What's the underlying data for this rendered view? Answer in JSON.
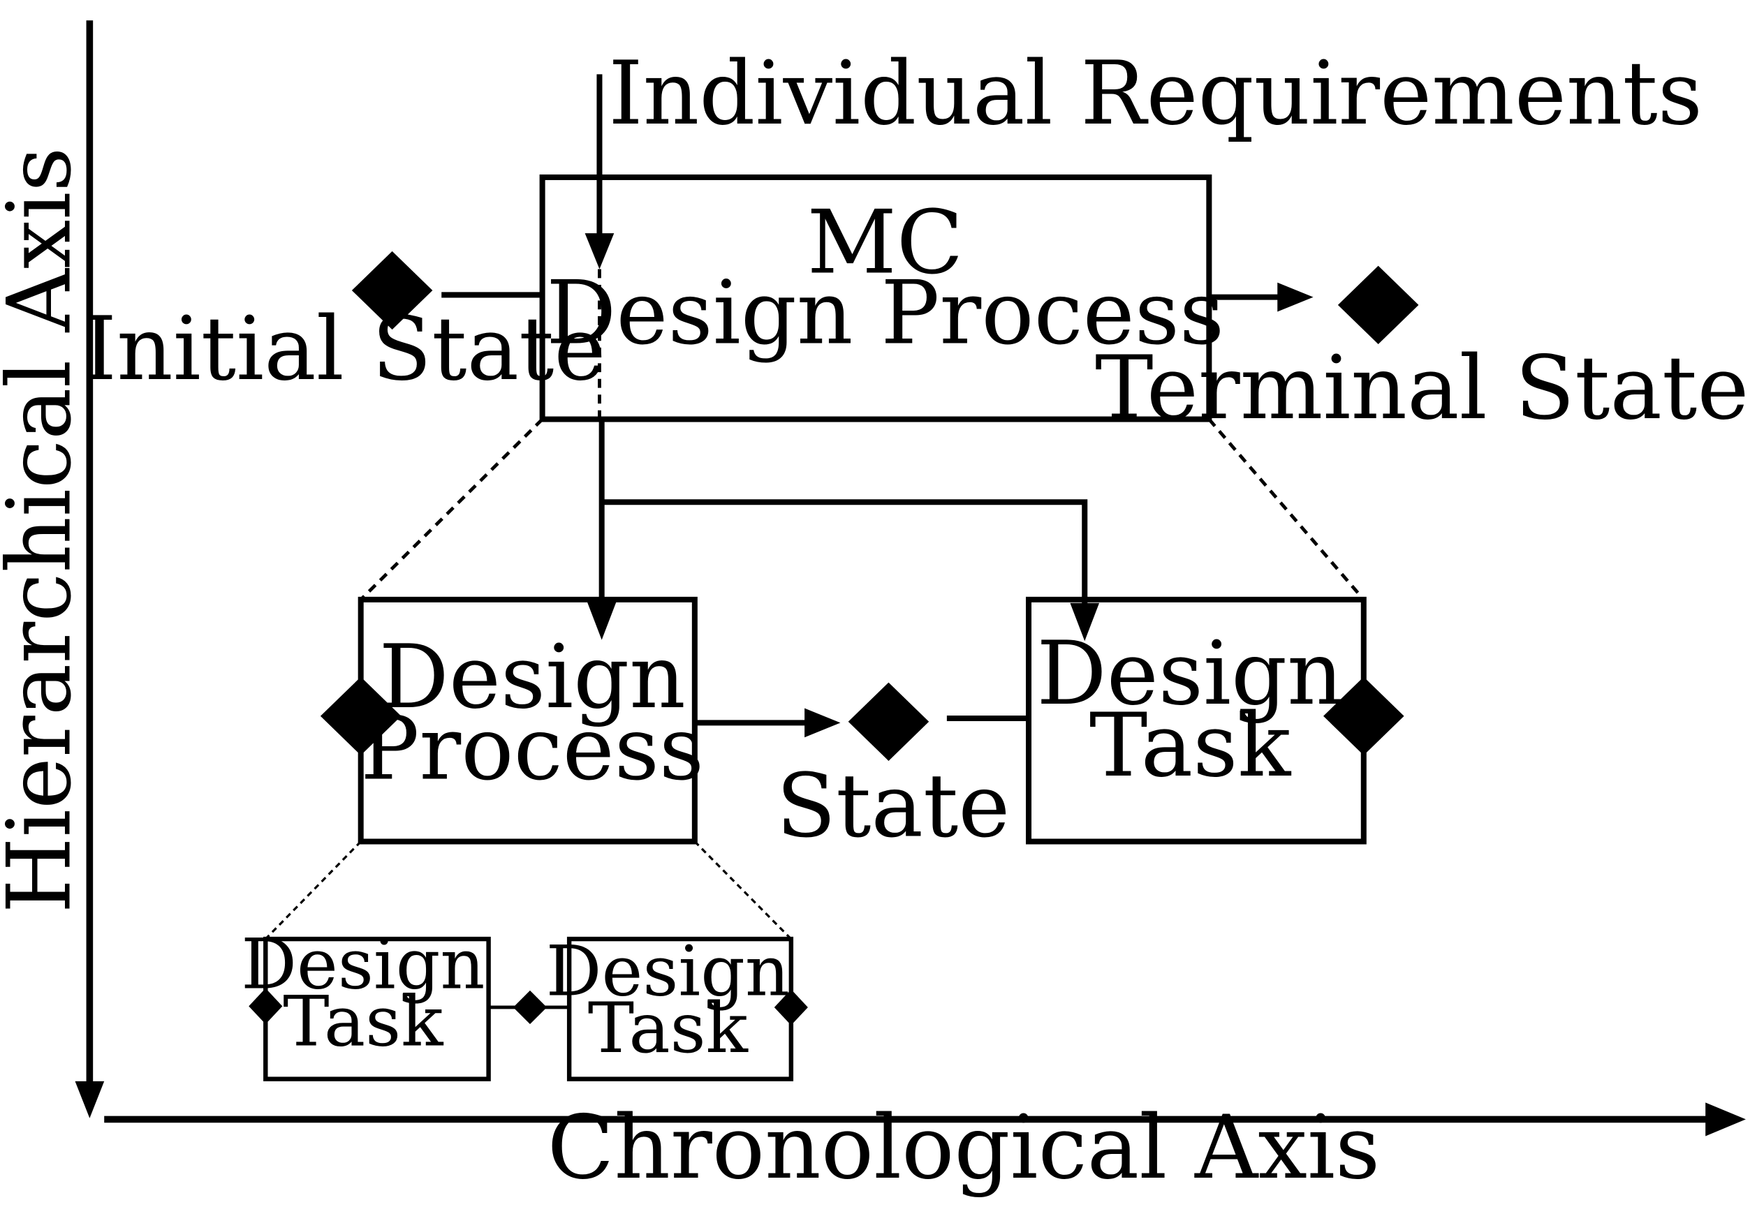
{
  "axes": {
    "vertical_label": "Hierarchical Axis",
    "horizontal_label": "Chronological Axis"
  },
  "requirements_label": "Individual Requirements",
  "top_process": {
    "line1": "MC",
    "line2": "Design Process",
    "initial_state": "Initial State",
    "terminal_state": "Terminal State"
  },
  "sub_process": {
    "line1": "Design",
    "line2": "Process"
  },
  "middle_state": "State",
  "sub_task": {
    "line1": "Design",
    "line2": "Task"
  },
  "leaf_tasks": [
    {
      "line1": "Design",
      "line2": "Task"
    },
    {
      "line1": "Design",
      "line2": "Task"
    }
  ],
  "colors": {
    "stroke": "#000000",
    "background": "#ffffff"
  }
}
